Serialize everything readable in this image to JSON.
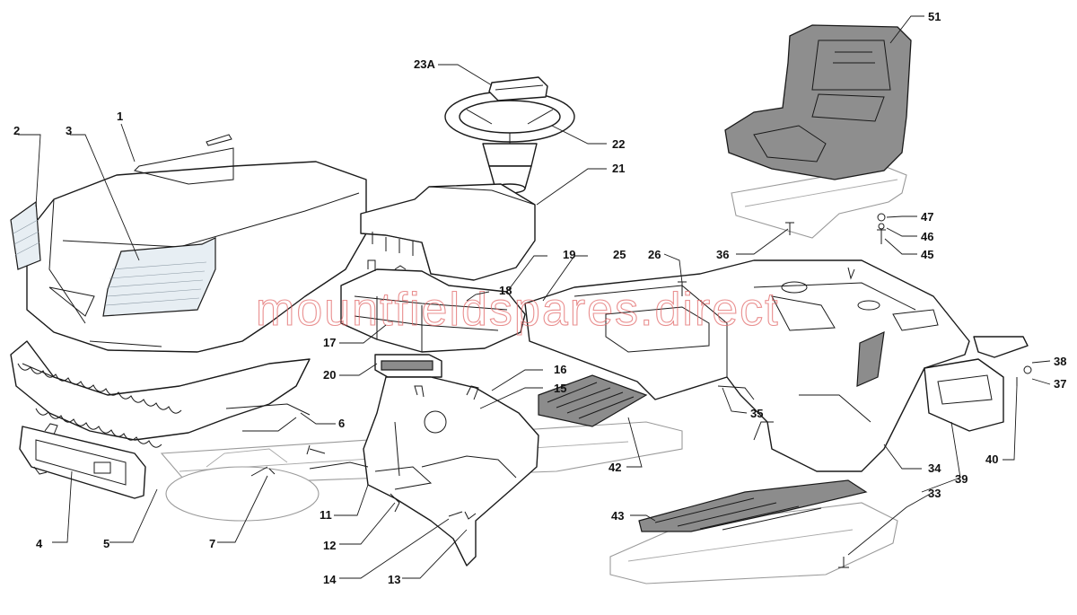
{
  "watermark": "mountfieldspares.direct",
  "colors": {
    "line": "#1a1a1a",
    "watermark": "#e26a6a",
    "seat": "#8e8e8e",
    "glass": "#e7eef3"
  },
  "callouts": {
    "c1": "1",
    "c2": "2",
    "c3": "3",
    "c4": "4",
    "c5": "5",
    "c6": "6",
    "c7": "7",
    "c11": "11",
    "c12": "12",
    "c13": "13",
    "c14": "14",
    "c15": "15",
    "c16": "16",
    "c17": "17",
    "c18": "18",
    "c19": "19",
    "c20": "20",
    "c21": "21",
    "c22": "22",
    "c23a": "23A",
    "c25": "25",
    "c26": "26",
    "c33": "33",
    "c34": "34",
    "c35": "35",
    "c36": "36",
    "c37": "37",
    "c38": "38",
    "c39": "39",
    "c40": "40",
    "c42": "42",
    "c43": "43",
    "c45": "45",
    "c46": "46",
    "c47": "47",
    "c51": "51"
  }
}
